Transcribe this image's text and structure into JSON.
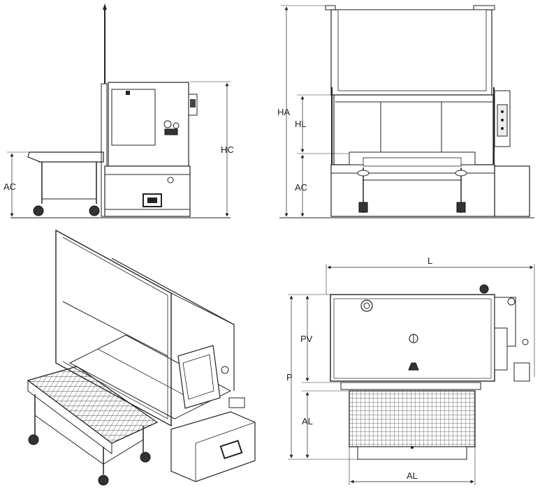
{
  "views": {
    "side": {
      "labels": {
        "ac": "AC",
        "hc": "HC"
      }
    },
    "front": {
      "labels": {
        "ha": "HA",
        "hl": "HL",
        "ac": "AC"
      }
    },
    "top": {
      "labels": {
        "l": "L",
        "pv": "PV",
        "p": "P",
        "al_vertical": "AL",
        "al_horizontal": "AL"
      }
    }
  },
  "colors": {
    "line": "#222222",
    "background": "#ffffff"
  }
}
